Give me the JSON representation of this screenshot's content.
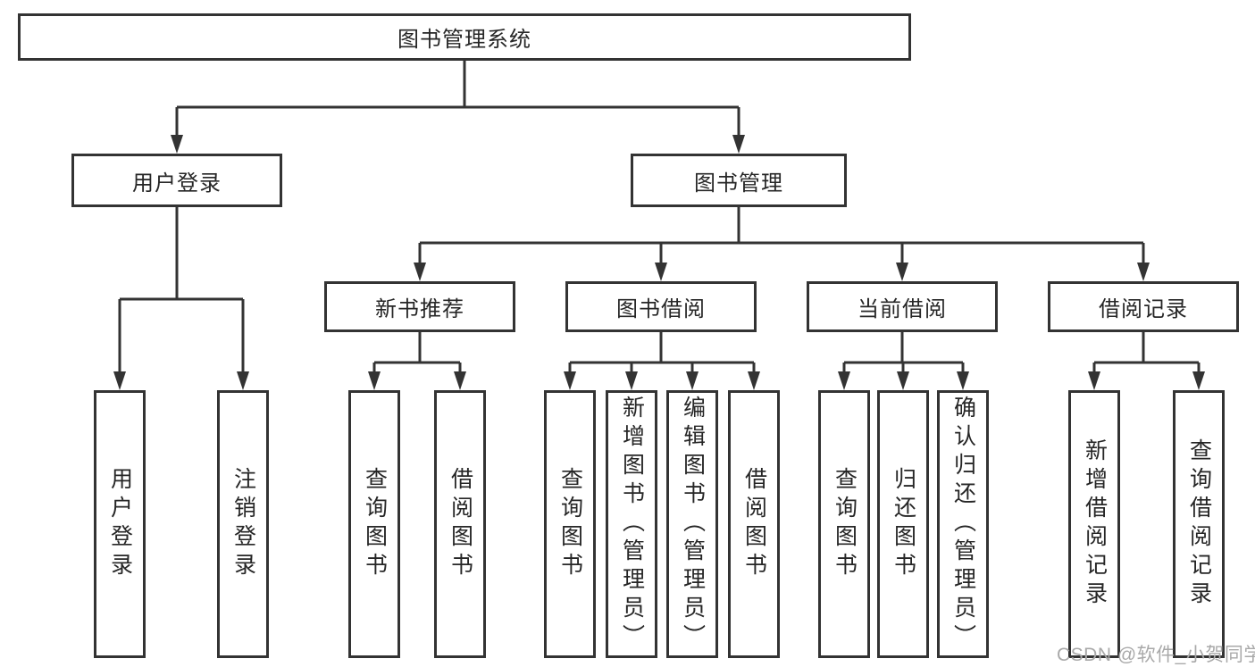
{
  "page": {
    "watermark": "CSDN @软件_小贺同学"
  },
  "colors": {
    "line": "#333333",
    "text": "#262626",
    "watermark": "#a9a9a9",
    "background": "#ffffff"
  },
  "tree": {
    "root": "图书管理系统",
    "branches": [
      {
        "label": "用户登录",
        "children": [
          "用户登录",
          "注销登录"
        ]
      },
      {
        "label": "图书管理",
        "children": [
          {
            "label": "新书推荐",
            "children": [
              "查询图书",
              "借阅图书"
            ]
          },
          {
            "label": "图书借阅",
            "children": [
              "查询图书",
              "新增图书（管理员）",
              "编辑图书（管理员）",
              "借阅图书"
            ]
          },
          {
            "label": "当前借阅",
            "children": [
              "查询图书",
              "归还图书",
              "确认归还（管理员）"
            ]
          },
          {
            "label": "借阅记录",
            "children": [
              "新增借阅记录",
              "查询借阅记录"
            ]
          }
        ]
      }
    ]
  }
}
